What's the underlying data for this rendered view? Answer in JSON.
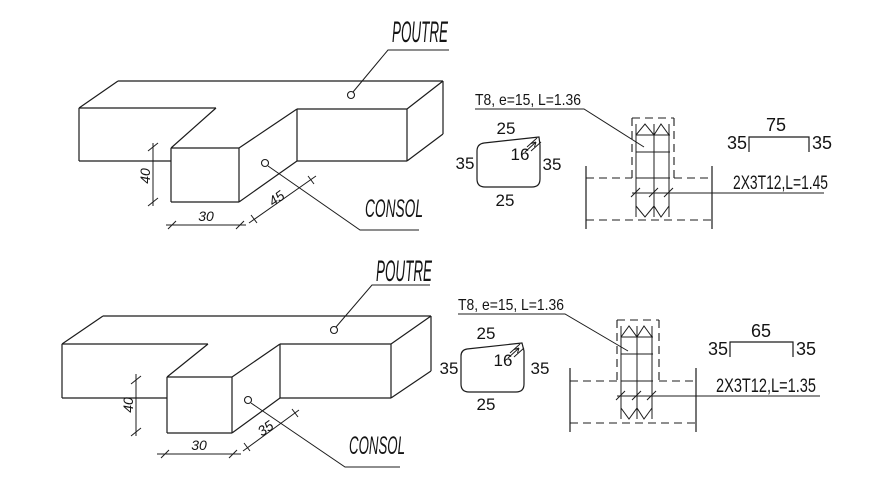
{
  "views": [
    {
      "poutre_label": "POUTRE",
      "consol_label": "CONSOL",
      "dim_height": "40",
      "dim_width": "30",
      "dim_depth": "45",
      "stirrup_label": "T8, e=15, L=1.36",
      "stirrup_top": "25",
      "stirrup_hook": "16",
      "stirrup_left": "35",
      "stirrup_right": "35",
      "stirrup_bottom": "25",
      "ubar_top": "75",
      "ubar_left": "35",
      "ubar_right": "35",
      "bars_label": "2X3T12,L=1.45"
    },
    {
      "poutre_label": "POUTRE",
      "consol_label": "CONSOL",
      "dim_height": "40",
      "dim_width": "30",
      "dim_depth": "35",
      "stirrup_label": "T8, e=15, L=1.36",
      "stirrup_top": "25",
      "stirrup_hook": "16",
      "stirrup_left": "35",
      "stirrup_right": "35",
      "stirrup_bottom": "25",
      "ubar_top": "65",
      "ubar_left": "35",
      "ubar_right": "35",
      "bars_label": "2X3T12,L=1.35"
    }
  ]
}
